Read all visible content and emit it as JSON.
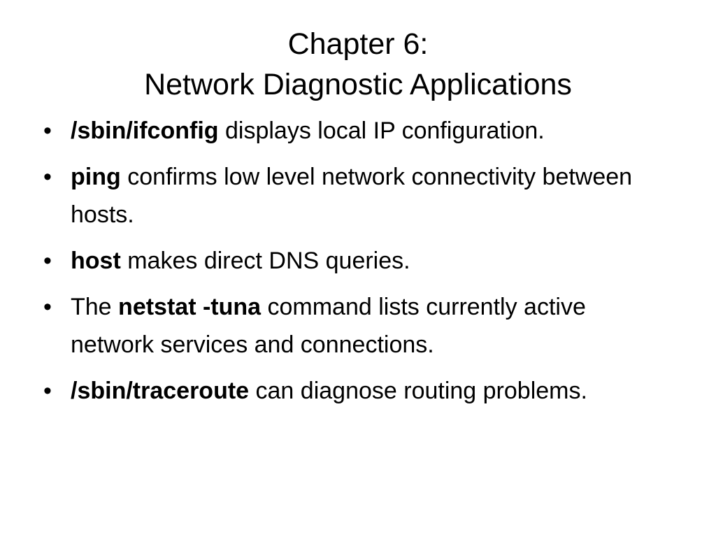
{
  "slide": {
    "title_line1": "Chapter 6:",
    "title_line2": "Network Diagnostic Applications",
    "bullet_glyph": "•",
    "bullets": [
      {
        "pre": "",
        "cmd": "/sbin/ifconfig",
        "post": " displays local IP configuration."
      },
      {
        "pre": "",
        "cmd": "ping",
        "post": " confirms low level network connectivity between hosts."
      },
      {
        "pre": "",
        "cmd": "host",
        "post": " makes direct DNS queries."
      },
      {
        "pre": "The ",
        "cmd": "netstat -tuna",
        "post": " command lists currently active network services and connections."
      },
      {
        "pre": "",
        "cmd": "/sbin/traceroute",
        "post": " can diagnose routing problems."
      }
    ]
  }
}
